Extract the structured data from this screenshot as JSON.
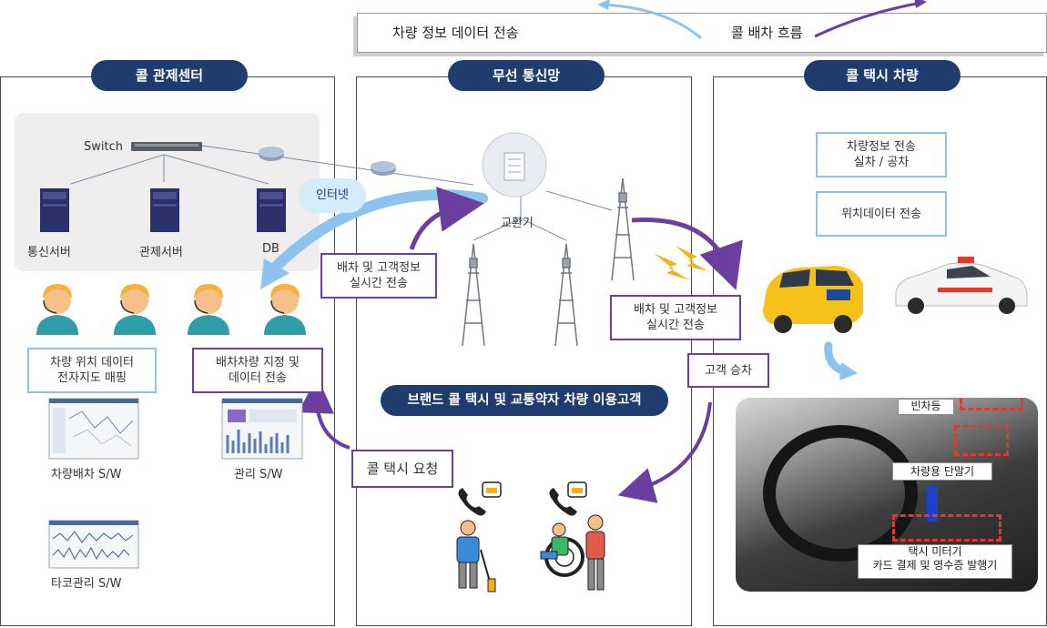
{
  "legend": {
    "data_flow": "차량 정보 데이터 전송",
    "call_flow": "콜 배차 흐름",
    "colors": {
      "data_flow": "#8ec3ee",
      "call_flow": "#6b3fa0"
    }
  },
  "sections": {
    "control_center": "콜 관제센터",
    "wireless": "무선 통신망",
    "vehicle": "콜 택시 차량"
  },
  "servers": {
    "switch": "Switch",
    "comm_server": "통신서버",
    "control_server": "관제서버",
    "db": "DB"
  },
  "internet": "인터넷",
  "exchange": "교환기",
  "control_boxes": {
    "vehicle_location": "차량 위치 데이터\n전자지도 매핑",
    "dispatch_assign": "배차차량 지정 및\n데이터 전송"
  },
  "software": {
    "dispatch_sw": "차량배차 S/W",
    "manage_sw": "관리 S/W",
    "taco_sw": "타코관리 S/W"
  },
  "wireless_labels": {
    "dispatch_left": "배차 및 고객정보\n실시간 전송",
    "dispatch_right": "배차 및 고객정보\n실시간 전송",
    "boarding": "고객 승차",
    "brand": "브랜드 콜 택시 및 교통약자 차량 이용고객",
    "request": "콜 택시 요청"
  },
  "vehicle_labels": {
    "info_tx": "차량정보 전송\n실차 / 공차",
    "location_tx": "위치데이터 전송",
    "vacancy_light": "빈차등",
    "terminal": "차량용 단말기",
    "meter": "택시 미터기\n카드 결제 및 영수증 발행기"
  },
  "colors": {
    "navy": "#1e3d6e",
    "light_blue": "#8ec3ee",
    "purple": "#6b3fa0",
    "agent_face": "#f5c08a",
    "agent_hair": "#f5b33c",
    "agent_body": "#2f9ea8"
  }
}
